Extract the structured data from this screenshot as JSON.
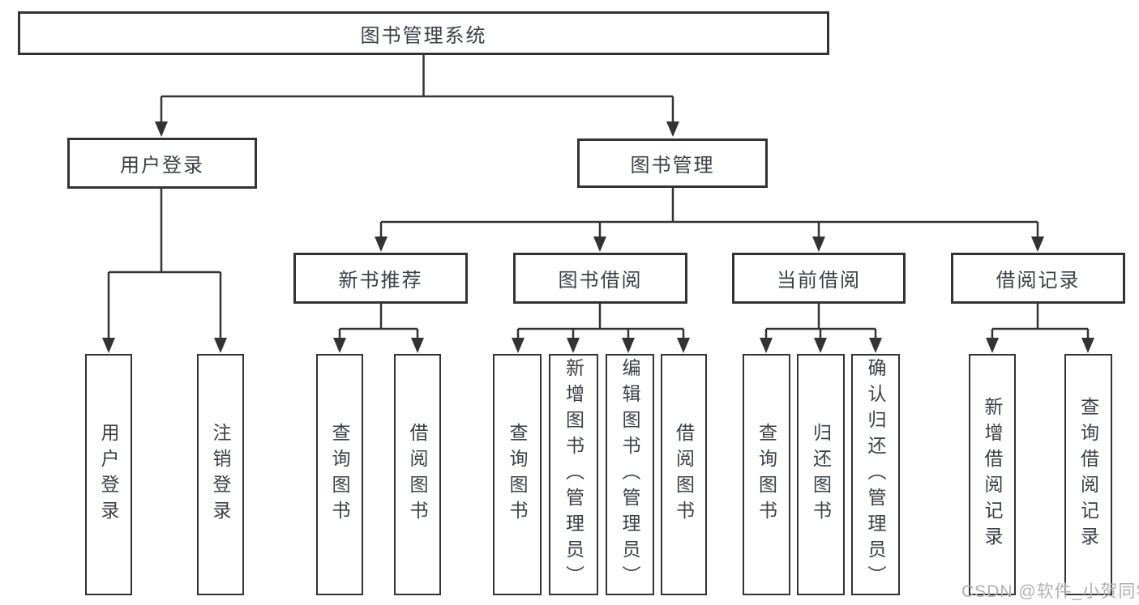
{
  "title": "图书管理系统",
  "tree": {
    "root": {
      "label": "图书管理系统"
    },
    "branches": [
      {
        "label": "用户登录",
        "children": [
          {
            "label": "用户登录"
          },
          {
            "label": "注销登录"
          }
        ]
      },
      {
        "label": "图书管理",
        "children": [
          {
            "label": "新书推荐",
            "children": [
              {
                "label": "查询图书"
              },
              {
                "label": "借阅图书"
              }
            ]
          },
          {
            "label": "图书借阅",
            "children": [
              {
                "label": "查询图书"
              },
              {
                "label": "新增图书（管理员）"
              },
              {
                "label": "编辑图书（管理员）"
              },
              {
                "label": "借阅图书"
              }
            ]
          },
          {
            "label": "当前借阅",
            "children": [
              {
                "label": "查询图书"
              },
              {
                "label": "归还图书"
              },
              {
                "label": "确认归还（管理员）"
              }
            ]
          },
          {
            "label": "借阅记录",
            "children": [
              {
                "label": "新增借阅记录"
              },
              {
                "label": "查询借阅记录"
              }
            ]
          }
        ]
      }
    ]
  },
  "watermark": "CSDN @软件_小贺同学",
  "colors": {
    "line": "#333333",
    "text": "#3b4045",
    "watermark": "#b0b0b0",
    "background": "#ffffff"
  }
}
